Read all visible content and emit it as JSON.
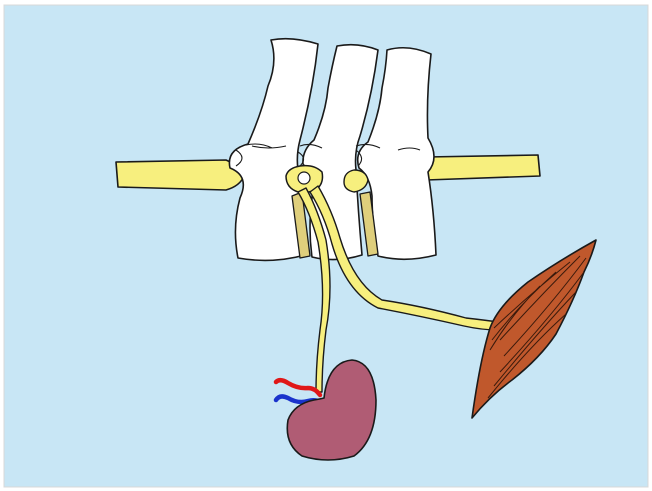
{
  "figure": {
    "type": "anatomical-illustration",
    "text_labels": [],
    "structures": [
      "vertebrae",
      "intervertebral-discs",
      "spinal-nerve-roots",
      "nerve-to-kidney",
      "nerve-to-muscle",
      "kidney",
      "renal-artery",
      "renal-vein",
      "skeletal-muscle"
    ],
    "colors": {
      "background": "#c8e6f5",
      "bone": "#ffffff",
      "outline": "#1a1a1a",
      "nerve": "#f7ef7e",
      "disc": "#dfcf7c",
      "kidney": "#b05c74",
      "muscle": "#c0582c",
      "muscle_lines": "#3a1a0c",
      "artery": "#e01818",
      "vein": "#1a33cc"
    }
  }
}
